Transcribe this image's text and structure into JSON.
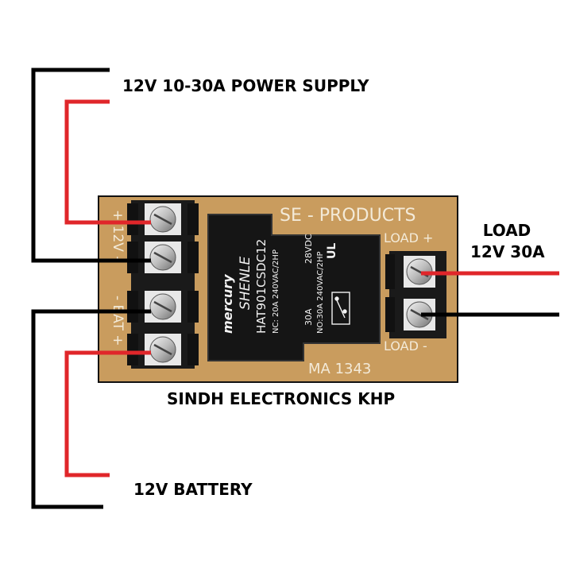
{
  "labels": {
    "power_supply": "12V 10-30A POWER SUPPLY",
    "load_line1": "LOAD",
    "load_line2": "12V 30A",
    "maker": "SINDH ELECTRONICS KHP",
    "battery": "12V BATTERY"
  },
  "board": {
    "brand_text": "SE - PRODUCTS",
    "load_plus": "LOAD +",
    "load_minus": "LOAD -",
    "model": "MA 1343",
    "side_12v": "+ 12V -",
    "side_bat": "- BAT +",
    "plus_sign": "+",
    "minus_sign": "-",
    "board_color": "#c79a5c"
  },
  "relay": {
    "brand": "SHENLE",
    "logo": "mercury",
    "part": "HAT901CSDC12",
    "nc_rating": "NC: 20A  240VAC/2HP",
    "voltage": "28VDC",
    "current": "30A",
    "no_rating": "NO:30A  240VAC/2HP",
    "cert": "UL"
  },
  "colors": {
    "wire_red": "#e0262a",
    "wire_black": "#000000"
  }
}
